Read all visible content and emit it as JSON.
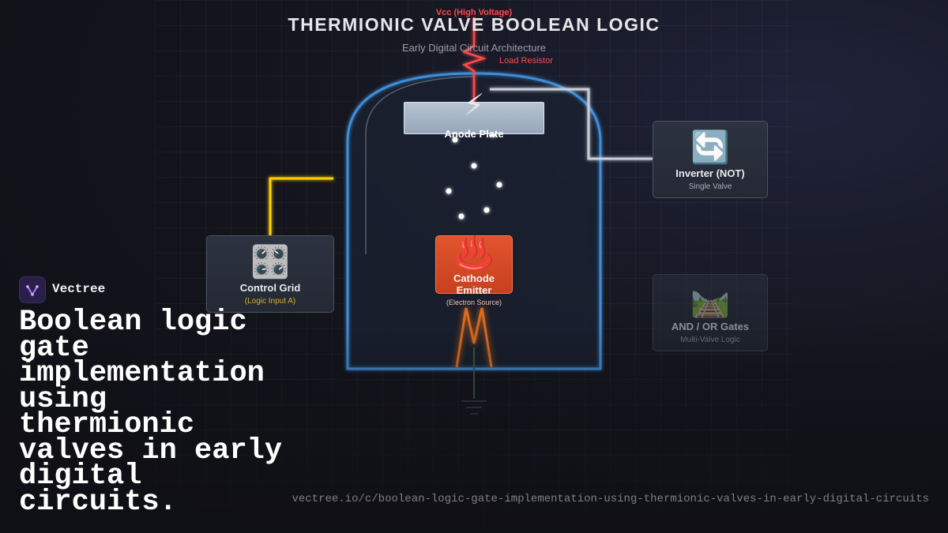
{
  "diagram": {
    "title": "THERMIONIC VALVE BOOLEAN LOGIC",
    "subtitle": "Early Digital Circuit Architecture",
    "vcc_label": "Vcc (High Voltage)",
    "load_resistor_label": "Load Resistor",
    "anode": {
      "label": "Anode Plate",
      "icon": "lightning-bolt-icon",
      "glyph": "⚡"
    },
    "cathode": {
      "label": "Cathode Emitter",
      "sub": "(Electron Source)",
      "icon": "hot-springs-icon",
      "glyph": "♨️"
    },
    "control_grid": {
      "label": "Control Grid",
      "sub": "(Logic Input A)",
      "icon": "control-knobs-icon",
      "glyph": "🎛️"
    },
    "inverter": {
      "label": "Inverter (NOT)",
      "sub": "Single Valve",
      "icon": "cycle-arrows-icon",
      "glyph": "🔄"
    },
    "and_or": {
      "label": "AND / OR Gates",
      "sub": "Multi-Valve Logic",
      "icon": "railway-track-icon",
      "glyph": "🛤️"
    },
    "colors": {
      "high_voltage": "#ff4b4b",
      "grid_signal": "#ffd000",
      "valve_outline": "#3f8ed8",
      "filament": "#ff7a1a",
      "inverter_wire": "#c9ced8"
    }
  },
  "branding": {
    "name": "Vectree",
    "headline": "Boolean logic gate implementation using thermionic valves in early digital circuits.",
    "url": "vectree.io/c/boolean-logic-gate-implementation-using-thermionic-valves-in-early-digital-circuits"
  }
}
